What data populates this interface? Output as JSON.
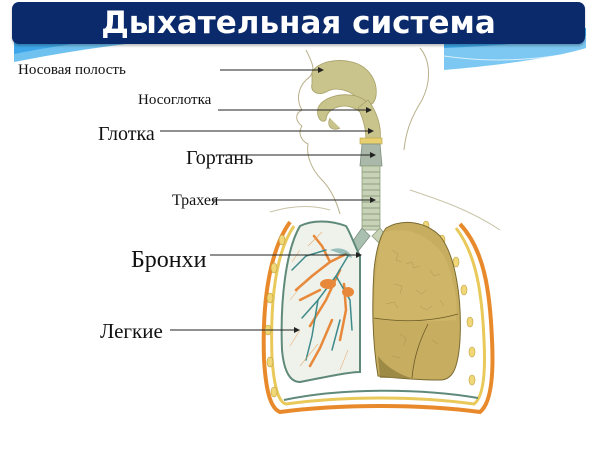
{
  "slide": {
    "title": "Дыхательная система",
    "colors": {
      "title_bar": "#0b2a6b",
      "title_text": "#ffffff",
      "wave_light": "#8fd0f5",
      "wave_dark": "#3aa3e6",
      "label_text": "#111111",
      "leader_line": "#222222"
    }
  },
  "diagram": {
    "subject": "human-respiratory-system",
    "labels": [
      {
        "id": "nasal-cavity",
        "text": "Носовая полость"
      },
      {
        "id": "nasopharynx",
        "text": "Носоглотка"
      },
      {
        "id": "pharynx",
        "text": "Глотка"
      },
      {
        "id": "larynx",
        "text": "Гортань"
      },
      {
        "id": "trachea",
        "text": "Трахея"
      },
      {
        "id": "bronchi",
        "text": "Бронхи"
      },
      {
        "id": "lungs",
        "text": "Легкие"
      }
    ]
  }
}
